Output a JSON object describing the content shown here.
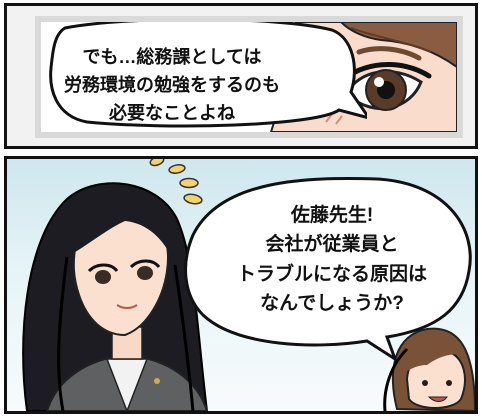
{
  "panel_top": {
    "bubble_lines": [
      "でも…総務課としては",
      "労務環境の勉強をするのも",
      "必要なことよね"
    ]
  },
  "panel_bottom": {
    "bubble_lines": [
      "佐藤先生!",
      "会社が従業員と",
      "トラブルになる原因は",
      "なんでしょうか?"
    ]
  },
  "colors": {
    "sky": "#cfe7ee",
    "hair_dark": "#1c1c22",
    "hair_brown": "#7a5238",
    "suit": "#5f6062",
    "thought_marks": "#f3d36a"
  }
}
